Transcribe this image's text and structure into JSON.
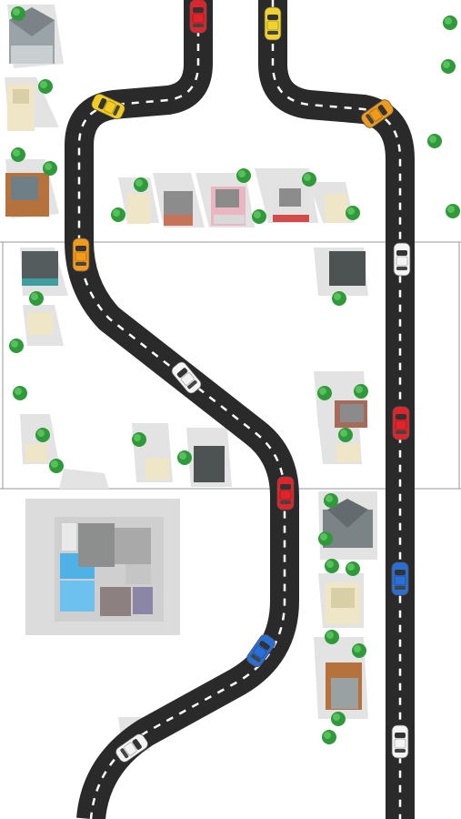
{
  "scene": {
    "background": "#ffffff",
    "road_color": "#2a2a2a",
    "lane_marking_color": "#ffffff",
    "grid_line_color": "#9a9a9a",
    "tree_color": "#2f9a3a",
    "shadow_color": "#e3e3e3"
  },
  "roads": [
    {
      "name": "left-road"
    },
    {
      "name": "right-road"
    }
  ],
  "cars": [
    {
      "name": "car-red-top-left",
      "color": "#e0242b"
    },
    {
      "name": "car-yellow-top-right",
      "color": "#f1d22c"
    },
    {
      "name": "car-yellow-curve-left",
      "color": "#f2cc1f"
    },
    {
      "name": "car-orange-curve-right",
      "color": "#f09a1c"
    },
    {
      "name": "car-orange-left",
      "color": "#f39a1a"
    },
    {
      "name": "car-white-right",
      "color": "#f4f4f4"
    },
    {
      "name": "car-white-middle",
      "color": "#f4f4f4"
    },
    {
      "name": "car-red-right",
      "color": "#e0242b"
    },
    {
      "name": "car-red-middle",
      "color": "#e0242b"
    },
    {
      "name": "car-blue-right",
      "color": "#2a6fd6"
    },
    {
      "name": "car-blue-lower",
      "color": "#2a6fd6"
    },
    {
      "name": "car-white-bottom-left",
      "color": "#f4f4f4"
    },
    {
      "name": "car-white-bottom-right",
      "color": "#f4f4f4"
    }
  ],
  "buildings": [
    {
      "name": "house-gray-top-left",
      "color": "#9aa3a8"
    },
    {
      "name": "house-beige-left",
      "color": "#efe6c8"
    },
    {
      "name": "house-brown-left",
      "color": "#b5723d"
    },
    {
      "name": "house-beige-row-1",
      "color": "#efe6c8"
    },
    {
      "name": "house-gray-row-2",
      "color": "#8c8c8c"
    },
    {
      "name": "shop-pink-row-3",
      "color": "#e9b6c1"
    },
    {
      "name": "shop-striped-row-4",
      "color": "#e2e2e2"
    },
    {
      "name": "house-beige-row-5",
      "color": "#efe6c8"
    },
    {
      "name": "house-dark-mid-left",
      "color": "#555c5e"
    },
    {
      "name": "house-beige-mid-left",
      "color": "#efe6c8"
    },
    {
      "name": "house-dark-mid-right",
      "color": "#4d5253"
    },
    {
      "name": "house-brown-mid-right",
      "color": "#a66a5a"
    },
    {
      "name": "house-beige-mid-right",
      "color": "#efe6c8"
    },
    {
      "name": "house-beige-low-left-1",
      "color": "#efe6c8"
    },
    {
      "name": "house-beige-low-left-2",
      "color": "#efe6c8"
    },
    {
      "name": "house-dark-low-mid",
      "color": "#4d5253"
    },
    {
      "name": "house-gray-low-right",
      "color": "#7c8386"
    },
    {
      "name": "house-beige-low-right",
      "color": "#efe6c8"
    },
    {
      "name": "house-brown-bottom-right",
      "color": "#b5723d"
    },
    {
      "name": "mansion-with-pool",
      "color": "#8d8f8f"
    }
  ]
}
